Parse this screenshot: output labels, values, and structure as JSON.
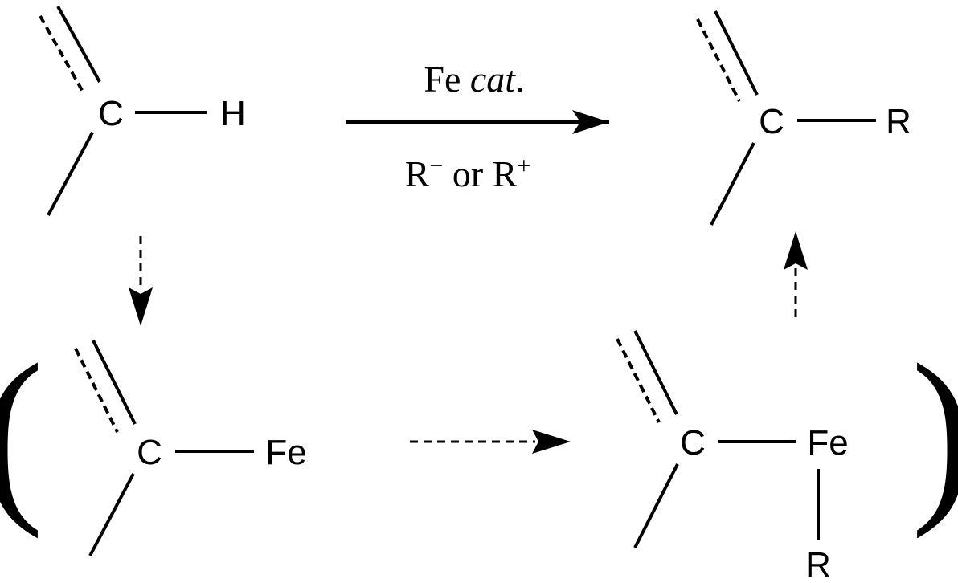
{
  "colors": {
    "ink": "#000000",
    "background": "#ffffff"
  },
  "atoms": {
    "top_left": {
      "center": "C",
      "substituent": "H"
    },
    "top_right": {
      "center": "C",
      "substituent": "R"
    },
    "bottom_left": {
      "center": "C",
      "metal": "Fe"
    },
    "bottom_right": {
      "center": "C",
      "metal": "Fe",
      "ligand": "R"
    }
  },
  "reaction": {
    "above_prefix": "Fe ",
    "above_italic": "cat",
    "above_suffix": ".",
    "below_r1": "R",
    "below_sup1": "−",
    "below_or": " or ",
    "below_r2": "R",
    "below_sup2": "+"
  },
  "brackets": {
    "open": "(",
    "close": ")"
  }
}
